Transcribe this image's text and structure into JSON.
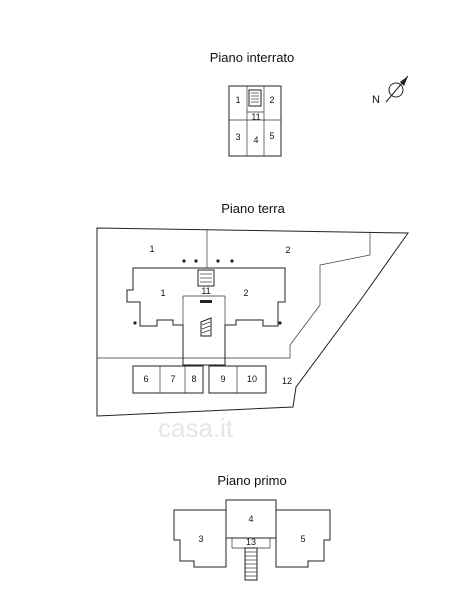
{
  "watermark": "casa.it",
  "north_label": "N",
  "basement": {
    "title": "Piano interrato",
    "units": [
      "1",
      "2",
      "11",
      "3",
      "4",
      "5"
    ]
  },
  "ground": {
    "title": "Piano terra",
    "units": [
      "1",
      "2",
      "1",
      "11",
      "2",
      "6",
      "7",
      "8",
      "9",
      "10",
      "12"
    ]
  },
  "first": {
    "title": "Piano primo",
    "units": [
      "4",
      "3",
      "13",
      "5"
    ]
  }
}
